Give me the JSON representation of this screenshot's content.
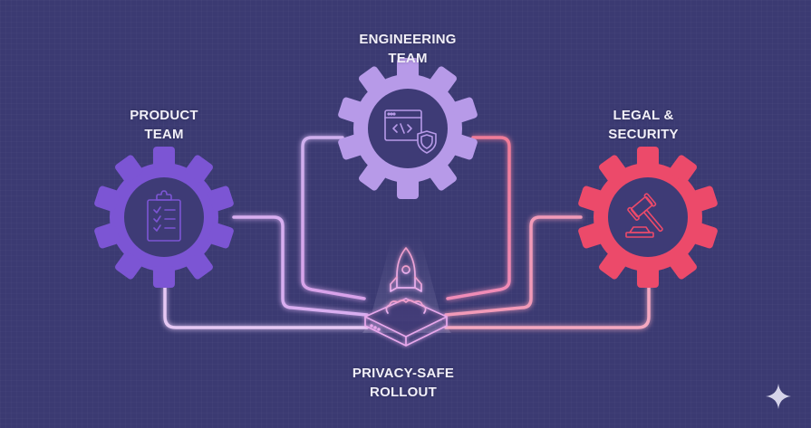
{
  "diagram": {
    "background_color": "#3b3a72",
    "nodes": [
      {
        "id": "engineering",
        "title_lines": [
          "ENGINEERING",
          "TEAM"
        ],
        "icon": "code-window-shield-icon",
        "color": "#b79ae8"
      },
      {
        "id": "product",
        "title_lines": [
          "PRODUCT",
          "TEAM"
        ],
        "icon": "clipboard-checklist-icon",
        "color": "#7c55d4"
      },
      {
        "id": "legal",
        "title_lines": [
          "LEGAL &",
          "SECURITY"
        ],
        "icon": "gavel-icon",
        "color": "#ec4a6a"
      },
      {
        "id": "rollout",
        "title_lines": [
          "PRIVACY-SAFE",
          "ROLLOUT"
        ],
        "icon": "rocket-launch-platform-icon",
        "color": "#f090c8"
      }
    ],
    "connections": [
      {
        "from": "product",
        "to": "rollout",
        "color": "#d8aef0"
      },
      {
        "from": "product",
        "to": "rollout",
        "color": "#e6c8f4"
      },
      {
        "from": "engineering",
        "to": "rollout",
        "color": "#d2a8ee"
      },
      {
        "from": "engineering",
        "to": "rollout",
        "color": "#f28aa8"
      },
      {
        "from": "legal",
        "to": "rollout",
        "color": "#f29ab8"
      },
      {
        "from": "legal",
        "to": "rollout",
        "color": "#f4a8c0"
      }
    ],
    "watermark_icon": "sparkle-icon"
  }
}
